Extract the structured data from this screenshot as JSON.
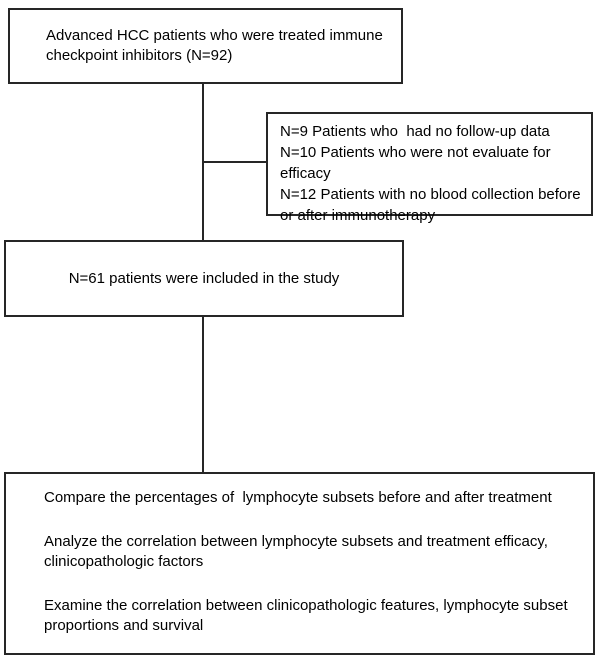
{
  "flowchart": {
    "enrollment_box": {
      "text": "Advanced HCC patients who were treated immune checkpoint inhibitors (N=92)"
    },
    "exclusion_box": {
      "lines": [
        "N=9 Patients who  had no follow-up data",
        "N=10 Patients who were not evaluate for efficacy",
        "N=12 Patients with no blood collection before or after immunotherapy"
      ]
    },
    "included_box": {
      "text": "N=61 patients were included in the study"
    },
    "analysis_box": {
      "paragraphs": [
        "Compare the percentages of  lymphocyte subsets before and after treatment",
        "Analyze the correlation between lymphocyte subsets and treatment efficacy, clinicopathologic factors",
        "Examine the correlation between clinicopathologic features, lymphocyte subset proportions and survival"
      ]
    },
    "colors": {
      "border": "#262626",
      "text": "#000000",
      "background": "#ffffff"
    }
  }
}
